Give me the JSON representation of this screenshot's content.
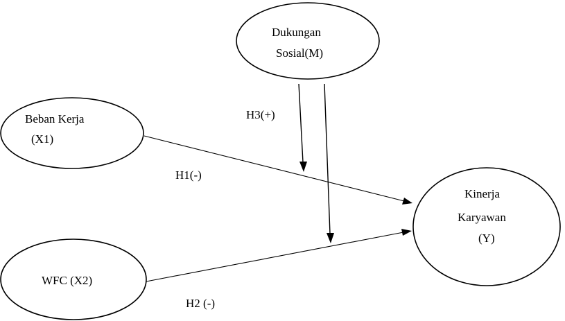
{
  "nodes": {
    "workload": {
      "line1": "Beban Kerja",
      "line2": "(X1)"
    },
    "wfc": {
      "line1": "WFC (X2)"
    },
    "social_support": {
      "line1": "Dukungan",
      "line2": "Sosial(M)"
    },
    "performance": {
      "line1": "Kinerja",
      "line2": "Karyawan",
      "line3": "(Y)"
    }
  },
  "edges": {
    "h1": {
      "label": "H1(-)"
    },
    "h2": {
      "label": "H2 (-)"
    },
    "h3": {
      "label": "H3(+)"
    }
  },
  "colors": {
    "stroke": "#000000",
    "background": "#ffffff"
  }
}
